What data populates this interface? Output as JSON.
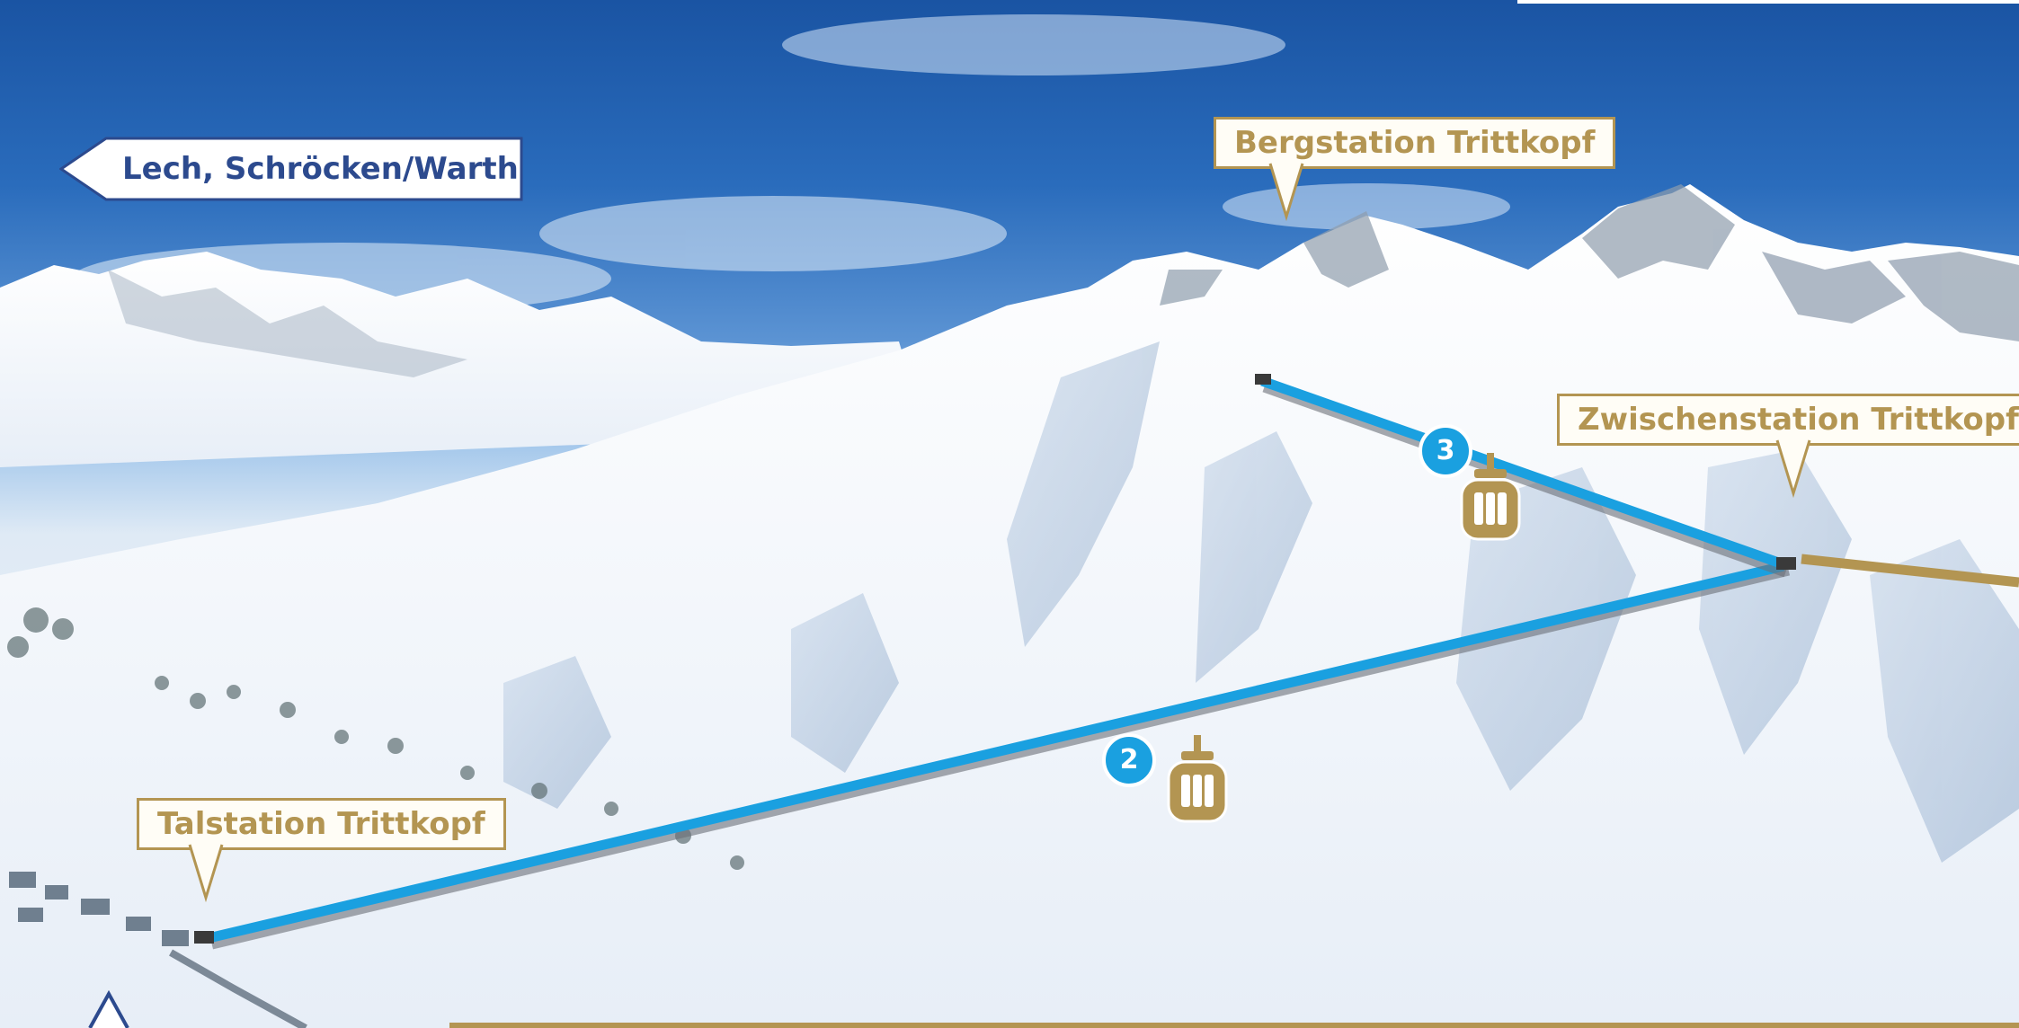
{
  "map": {
    "direction_sign": {
      "label": "Lech, Schröcken/Warth",
      "color": "#2c4a8e"
    },
    "stations": [
      {
        "id": "bergstation",
        "label": "Bergstation Trittkopf"
      },
      {
        "id": "zwischenstation",
        "label": "Zwischenstation Trittkopf"
      },
      {
        "id": "talstation",
        "label": "Talstation Trittkopf"
      }
    ],
    "lifts": [
      {
        "number": "2",
        "icon": "gondola-icon",
        "color": "#1aa0e0"
      },
      {
        "number": "3",
        "icon": "gondola-icon",
        "color": "#1aa0e0"
      }
    ],
    "colors": {
      "label_border": "#b39552",
      "lift_line": "#1aa0e0",
      "connection_line": "#b39552",
      "sky": "#1a54a3"
    }
  }
}
